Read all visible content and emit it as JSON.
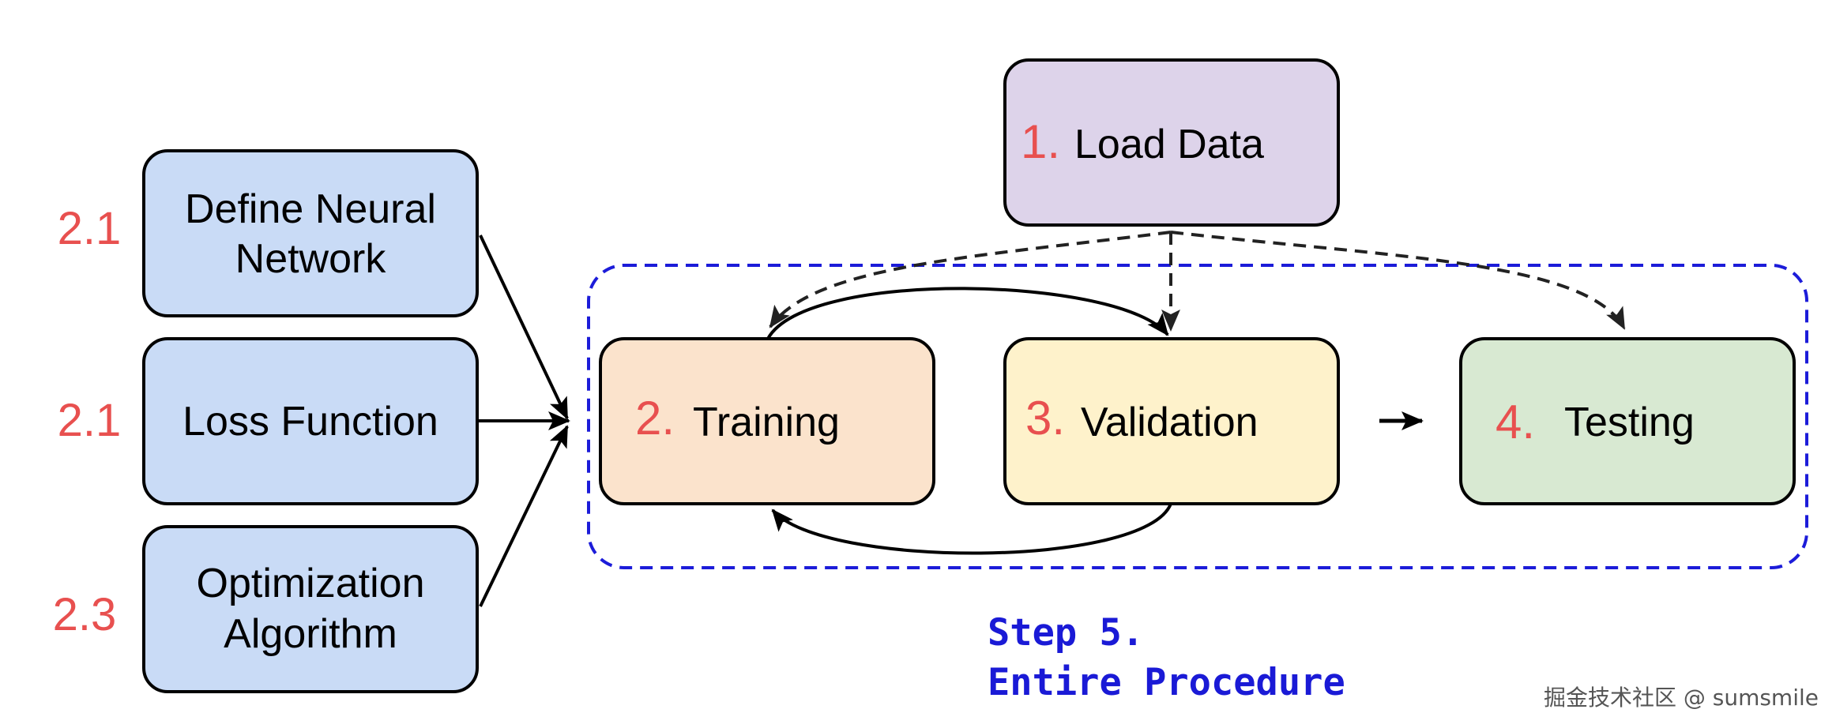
{
  "colors": {
    "number_red": "#e8504f",
    "caption_blue": "#1a1ad6",
    "dashed_group_blue": "#1c1cd9",
    "box_blue": "#c9dbf6",
    "box_purple": "#ddd3ea",
    "box_orange": "#fbe3cc",
    "box_yellow": "#fef2cb",
    "box_green": "#d8e9d2",
    "stroke": "#000000"
  },
  "components": [
    {
      "number": "2.1",
      "label_lines": [
        "Define Neural",
        "Network"
      ]
    },
    {
      "number": "2.1",
      "label_lines": [
        "Loss Function"
      ]
    },
    {
      "number": "2.3",
      "label_lines": [
        "Optimization",
        "Algorithm"
      ]
    }
  ],
  "steps": {
    "load_data": {
      "number": "1.",
      "label": "Load Data"
    },
    "training": {
      "number": "2.",
      "label": "Training"
    },
    "validation": {
      "number": "3.",
      "label": "Validation"
    },
    "testing": {
      "number": "4.",
      "label": "Testing"
    }
  },
  "caption": {
    "line1": "Step 5.",
    "line2": "Entire Procedure"
  },
  "watermark": "掘金技术社区 @ sumsmile"
}
